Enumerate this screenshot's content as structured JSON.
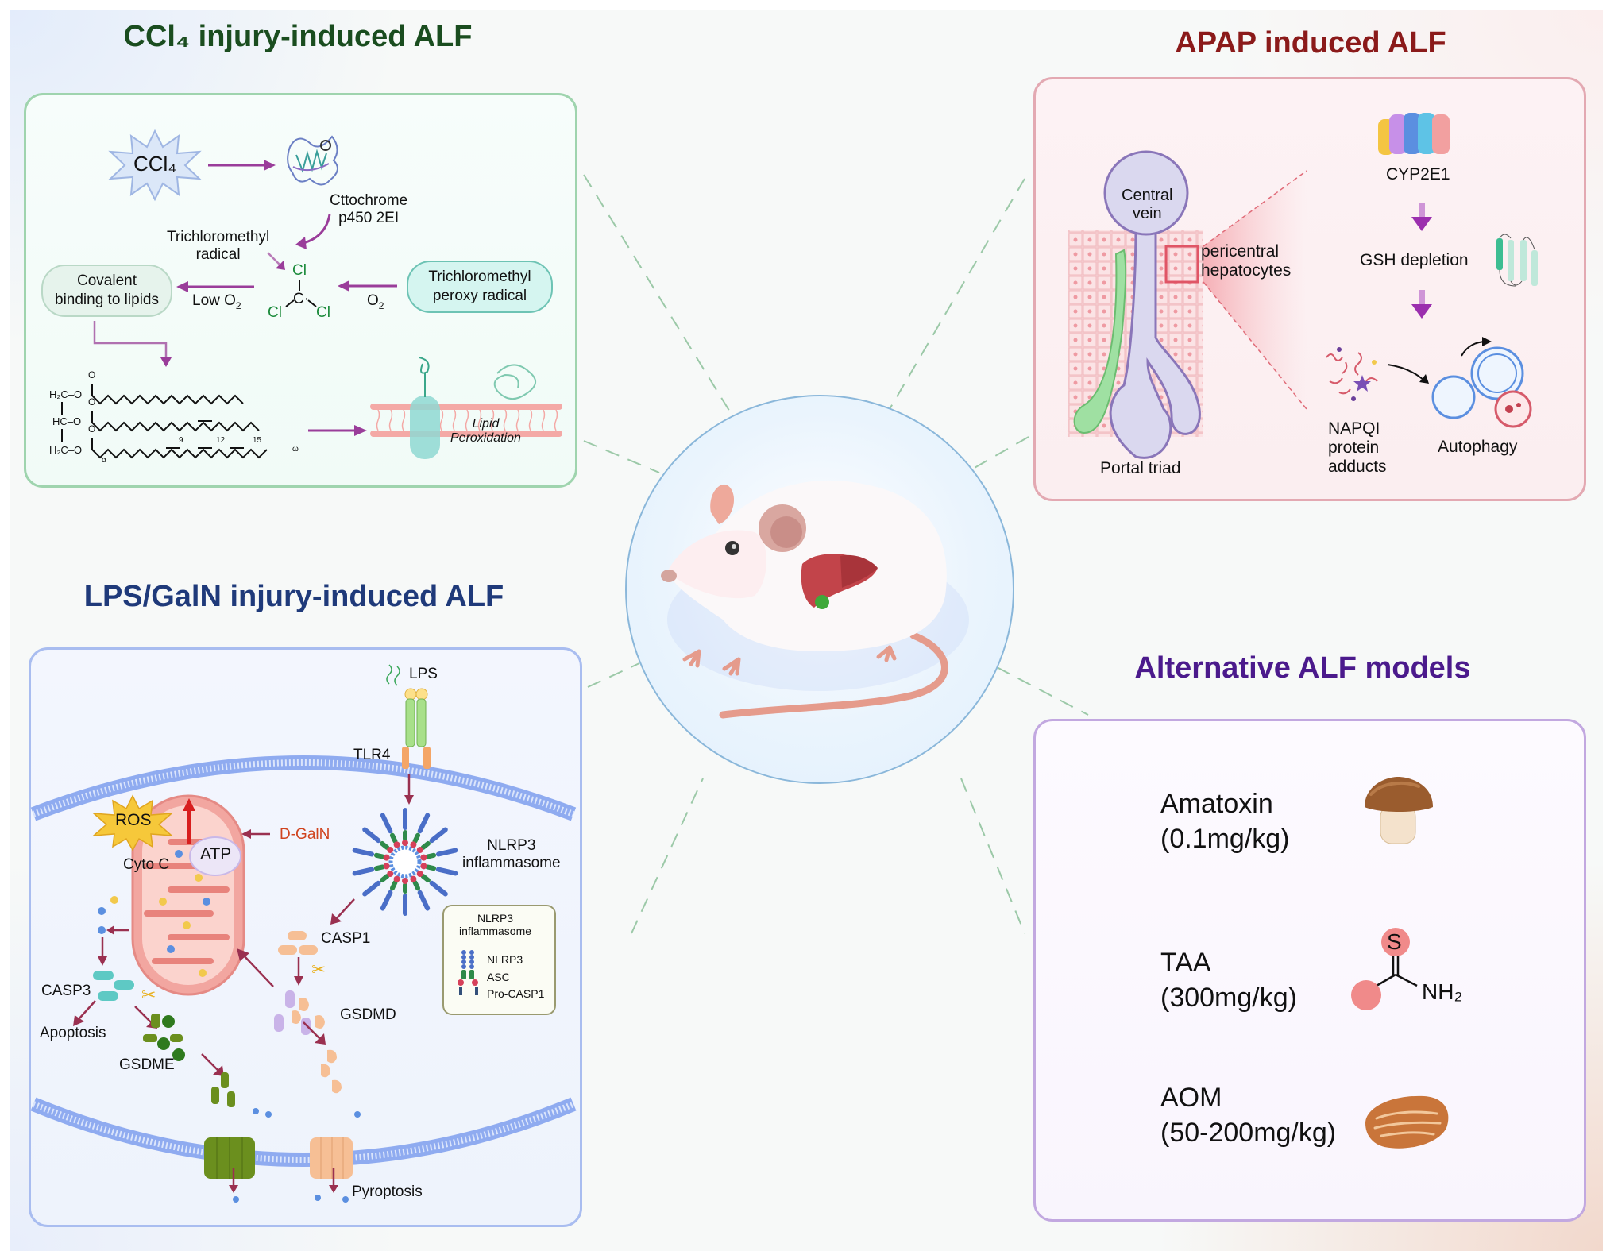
{
  "ccl4": {
    "title": "CCl₄ injury-induced ALF",
    "ccl4_label": "CCl₄",
    "enzyme_line1": "Cttochrome",
    "enzyme_line2": "p450 2EI",
    "radical_line1": "Trichloromethyl",
    "radical_line2": "radical",
    "covalent_line1": "Covalent",
    "covalent_line2": "binding to lipids",
    "peroxy_line1": "Trichloromethyl",
    "peroxy_line2": "peroxy radical",
    "low_o2": "Low O",
    "o2": "O",
    "sub2": "2",
    "cl": "Cl",
    "c_dot": "C·",
    "glyceride_rows": [
      "H₂C–O",
      "HC–O",
      "H₂C–O"
    ],
    "carbonyl_o": "O",
    "alpha": "α",
    "omega": "ω",
    "positions": [
      "9",
      "12",
      "15"
    ],
    "lipid_line1": "Lipid",
    "lipid_line2": "Peroxidation"
  },
  "apap": {
    "title": "APAP induced ALF",
    "central_vein_line1": "Central",
    "central_vein_line2": "vein",
    "pericentral_line1": "pericentral",
    "pericentral_line2": "hepatocytes",
    "portal_triad": "Portal triad",
    "cyp2e1": "CYP2E1",
    "gsh": "GSH depletion",
    "napqi_line1": "NAPQI",
    "napqi_line2": "protein",
    "napqi_line3": "adducts",
    "autophagy": "Autophagy"
  },
  "lps": {
    "title": "LPS/GalN injury-induced ALF",
    "lps_label": "LPS",
    "tlr4": "TLR4",
    "ros": "ROS",
    "atp": "ATP",
    "cyto_c": "Cyto C",
    "dgaln": "D-GalN",
    "nlrp3_line1": "NLRP3",
    "nlrp3_line2": "inflammasome",
    "casp1": "CASP1",
    "casp3": "CASP3",
    "apoptosis": "Apoptosis",
    "gsdme": "GSDME",
    "gsdmd": "GSDMD",
    "pyroptosis": "Pyroptosis",
    "legend": {
      "title_line1": "NLRP3",
      "title_line2": "inflammasome",
      "items": [
        "NLRP3",
        "ASC",
        "Pro-CASP1"
      ]
    }
  },
  "alternative": {
    "title": "Alternative ALF models",
    "models": [
      {
        "name": "Amatoxin",
        "dose": "(0.1mg/kg)",
        "icon": "mushroom-icon"
      },
      {
        "name": "TAA",
        "dose": "(300mg/kg)",
        "icon": "thioacetamide-structure"
      },
      {
        "name": "AOM",
        "dose": "(50-200mg/kg)",
        "icon": "azoxymethane-seed-icon"
      }
    ],
    "taa_s": "S",
    "taa_nh2": "NH₂"
  },
  "colors": {
    "ccl4_title": "#1a4d1f",
    "apap_title": "#8b1a1a",
    "lps_title": "#1f3a7a",
    "alt_title": "#4b1a8c",
    "arrow_purple": "#8a2a8a",
    "arrow_maroon": "#9a3050"
  }
}
